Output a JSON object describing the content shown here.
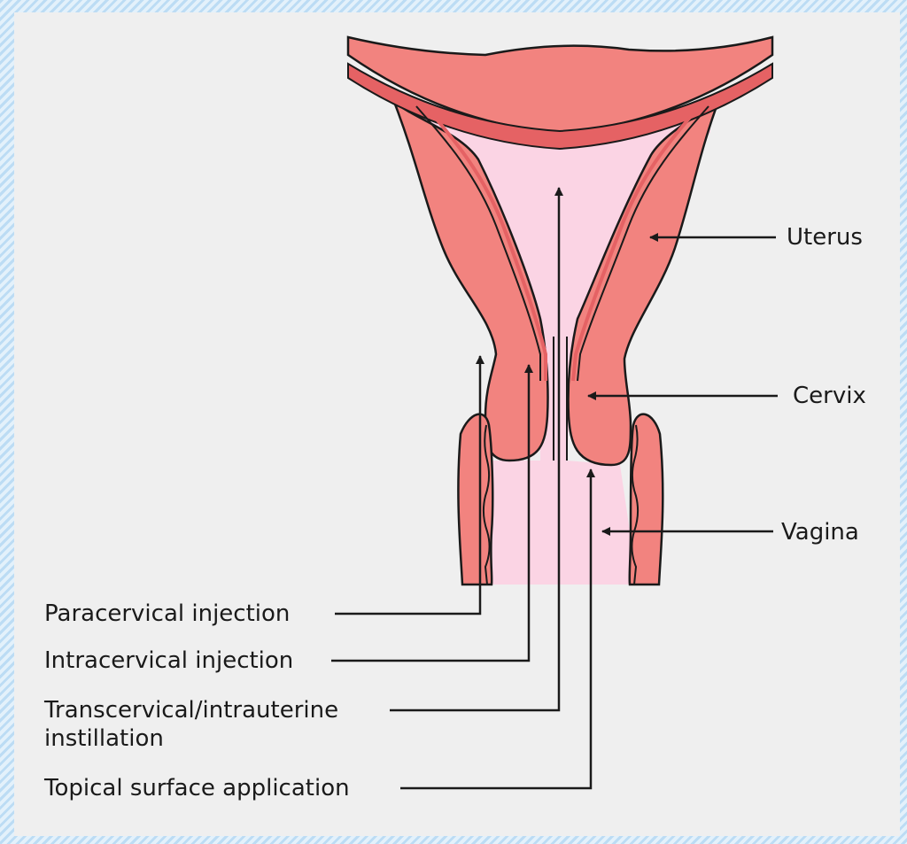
{
  "diagram": {
    "anatomy_labels": {
      "uterus": "Uterus",
      "cervix": "Cervix",
      "vagina": "Vagina"
    },
    "routes": {
      "paracervical": "Paracervical injection",
      "intracervical": "Intracervical injection",
      "transcervical_line1": "Transcervical/intrauterine",
      "transcervical_line2": "instillation",
      "topical": "Topical surface application"
    },
    "colors": {
      "tissue": "#f2837f",
      "tissue_dark": "#e56264",
      "lumen": "#fbd4e4",
      "outline": "#1a1a1a",
      "background": "#efefef"
    }
  }
}
